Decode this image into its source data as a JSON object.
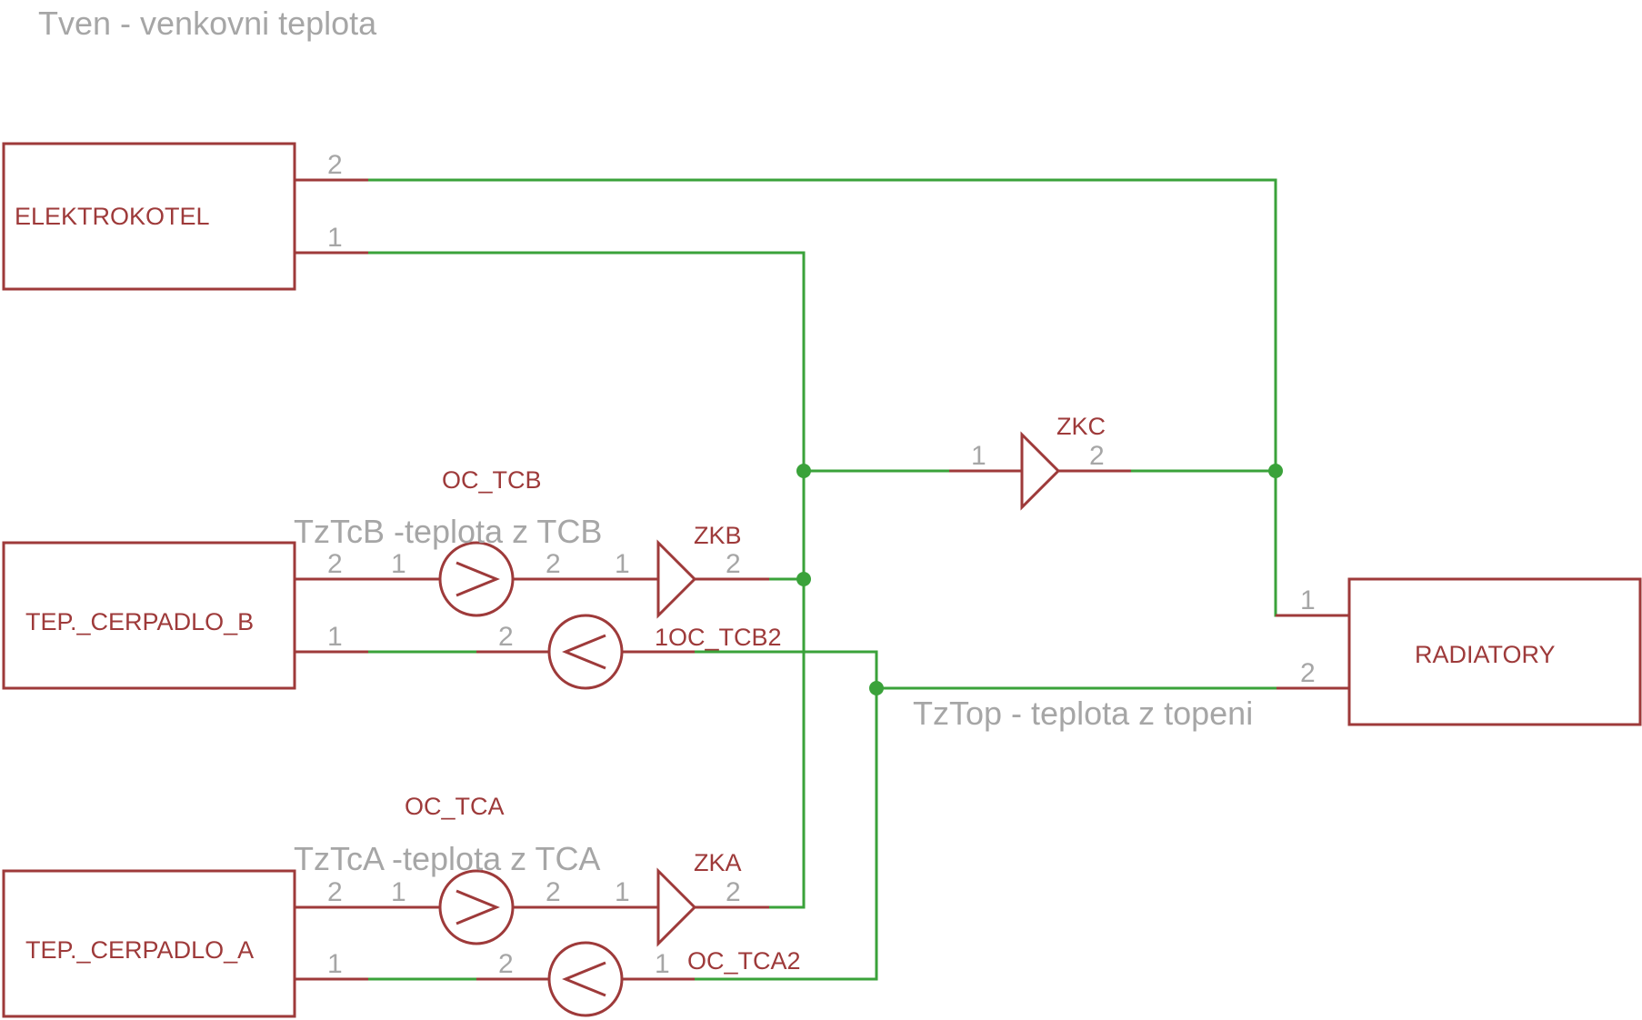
{
  "notes": {
    "tven": "Tven - venkovni teplota",
    "tztcb": "TzTcB -teplota z TCB",
    "tztca": "TzTcA -teplota z TCA",
    "tztop": "TzTop - teplota z topeni"
  },
  "blocks": {
    "elektrokotel": "ELEKTROKOTEL",
    "tep_b": "TEP._CERPADLO_B",
    "tep_a": "TEP._CERPADLO_A",
    "radiatory": "RADIATORY"
  },
  "components": {
    "oc_tcb": "OC_TCB",
    "oc_tcb2": "OC_TCB2",
    "oc_tca": "OC_TCA",
    "oc_tca2": "OC_TCA2",
    "zkb": "ZKB",
    "zka": "ZKA",
    "zkc": "ZKC"
  },
  "pins": {
    "one": "1",
    "two": "2",
    "one_oc_tcb2": "1OC_TCB2"
  },
  "colors": {
    "part": "#9e3a3a",
    "wire": "#3aa23a",
    "pin_text": "#a6a6a6"
  }
}
